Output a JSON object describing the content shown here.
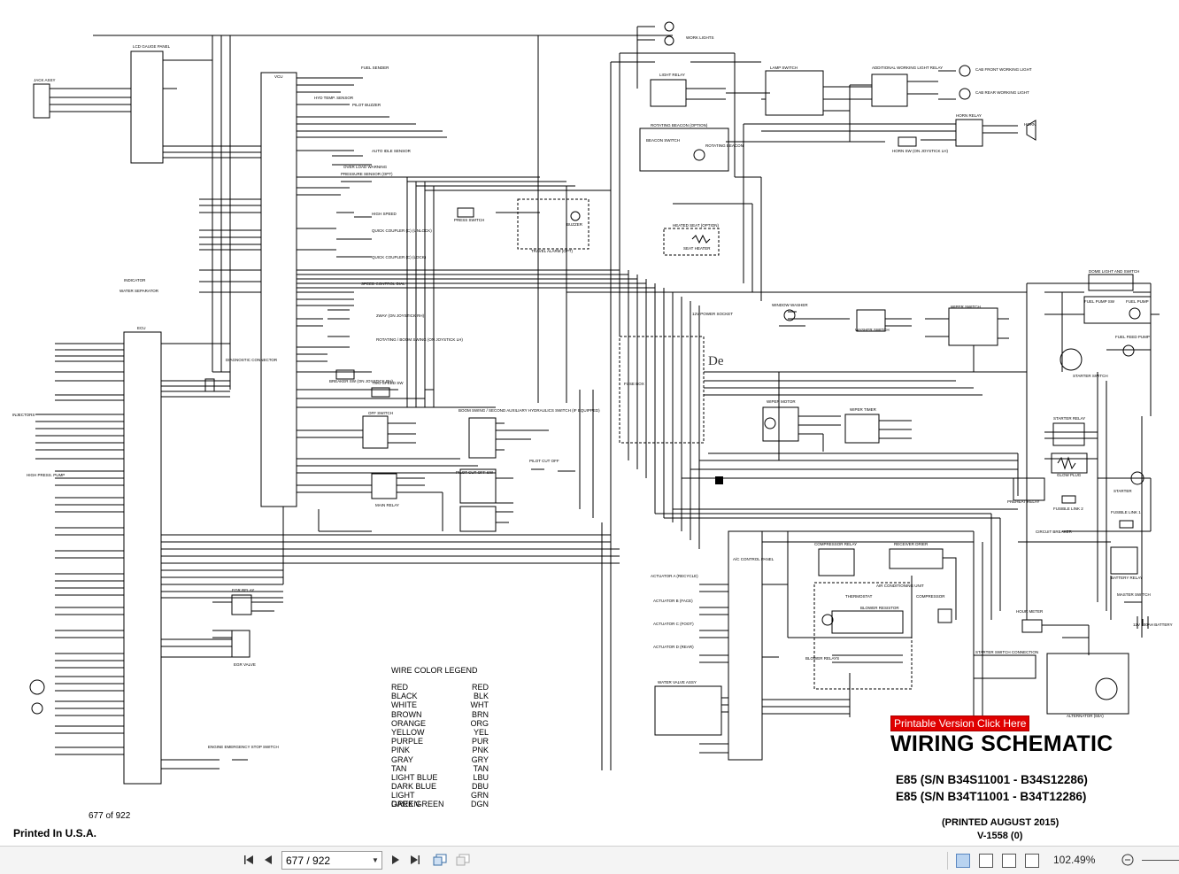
{
  "document": {
    "title": "WIRING SCHEMATIC",
    "models": [
      "E85 (S/N B34S11001 - B34S12286)",
      "E85 (S/N B34T11001 - B34T12286)"
    ],
    "printed_date": "(PRINTED AUGUST 2015)",
    "version": "V-1558 (0)",
    "printed_in": "Printed In U.S.A.",
    "page_counter": "677 of 922",
    "printable_link": "Printable Version Click Here",
    "stray_text": "De",
    "legend": {
      "title": "WIRE COLOR LEGEND",
      "rows": [
        {
          "color": "RED",
          "code": "RED"
        },
        {
          "color": "BLACK",
          "code": "BLK"
        },
        {
          "color": "WHITE",
          "code": "WHT"
        },
        {
          "color": "BROWN",
          "code": "BRN"
        },
        {
          "color": "ORANGE",
          "code": "ORG"
        },
        {
          "color": "YELLOW",
          "code": "YEL"
        },
        {
          "color": "PURPLE",
          "code": "PUR"
        },
        {
          "color": "PINK",
          "code": "PNK"
        },
        {
          "color": "GRAY",
          "code": "GRY"
        },
        {
          "color": "TAN",
          "code": "TAN"
        },
        {
          "color": "LIGHT BLUE",
          "code": "LBU"
        },
        {
          "color": "DARK BLUE",
          "code": "DBU"
        },
        {
          "color": "LIGHT GREEN",
          "code": "GRN"
        },
        {
          "color": "DARK GREEN",
          "code": "DGN"
        }
      ]
    },
    "labels": {
      "lcd": "LCD GAUGE PANEL",
      "vcu": "VCU",
      "ecu": "ECU",
      "jack": "JACK ASSY",
      "fuel_sender": "FUEL SENDER",
      "hyd_temp": "HYD TEMP. SENSOR",
      "pilot_buzzer": "PILOT BUZZER",
      "auto_idle": "AUTO IDLE SENSOR",
      "overload": "OVER LOAD WARNING",
      "pressure_sensor": "PRESSURE SENSOR (OPT)",
      "high_speed": "HIGH SPEED",
      "qc_unlock": "QUICK COUPLER (C) (UNLOCK)",
      "qc_lock": "QUICK COUPLER (C) (LOCK)",
      "press_switch": "PRESS SWITCH",
      "travel_alarm": "TRAVEL ALARM (OPT)",
      "buzzer": "BUZZER",
      "speed_dial": "SPEED CONTROL DIAL",
      "twoway": "2WAY (ON JOYSTICK RH)",
      "rotating_boom": "ROTATING / BOOM SWING (ON JOYSTICK LH)",
      "breaker": "BREAKER SW (ON JOYSTICK RH)",
      "twospeed": "TWO SPEED SW",
      "diag": "DIAGNOSTIC CONNECTOR",
      "fuse_box": "FUSE BOX",
      "power_socket": "12V POWER SOCKET",
      "work_lights": "WORK LIGHTS",
      "light_relay": "LIGHT RELAY",
      "lamp_switch": "LAMP SWITCH",
      "add_work_light": "ADDITIONAL WORKING LIGHT RELAY",
      "cab_front": "CAB FRONT WORKING LIGHT",
      "cab_rear": "CAB REAR WORKING LIGHT",
      "horn_relay": "HORN RELAY",
      "horn": "HORN",
      "horn_sw": "HORN SW (ON JOYSTICK LH)",
      "rot_beacon": "ROTATING BEACON (OPTION)",
      "beacon_switch": "BEACON SWITCH",
      "rotating_beacon": "ROTATING BEACON",
      "heated_seat": "HEATED SEAT (OPTION)",
      "seat_heater": "SEAT HEATER",
      "dome_light": "DOME LIGHT AND SWITCH",
      "fuel_pump_sw": "FUEL PUMP SW",
      "fuel_pump": "FUEL PUMP",
      "fuel_feed": "FUEL FEED PUMP",
      "window_washer": "WINDOW WASHER",
      "washer_switch": "WASHER SWITCH",
      "wiper_switch": "WIPER SWITCH",
      "wiper_motor": "WIPER MOTOR",
      "wiper_timer": "WIPER TIMER",
      "starter_switch": "STARTER SWITCH",
      "starter_relay": "STARTER RELAY",
      "glow_plug": "GLOW PLUG",
      "starter": "STARTER",
      "preheat_relay": "PREHEAT RELAY",
      "fusible_2": "FUSIBLE LINK 2",
      "fusible_1": "FUSIBLE LINK 1",
      "circuit_breaker": "CIRCUIT BREAKER",
      "battery_relay": "BATTERY RELAY",
      "master_switch": "MASTER SWITCH",
      "battery": "12V 100AH BATTERY",
      "hour_meter": "HOUR METER",
      "alternator": "ALTERNATOR (60A)",
      "starter_conn": "STARTER SWITCH CONNECTION",
      "compressor_relay": "COMPRESSOR RELAY",
      "receiver_dryer": "RECEIVER DRIER",
      "ac_unit": "AIR CONDITIONING UNIT",
      "compressor": "COMPRESSOR",
      "thermostat": "THERMOSTAT",
      "blower_resistor": "BLOWER RESISTOR",
      "blower_relays": "BLOWER RELAYS",
      "ac_panel": "A/C CONTROL PANEL",
      "actuator_a": "ACTUATOR A (RECYCLE)",
      "actuator_b": "ACTUATOR B (FACE)",
      "actuator_c": "ACTUATOR C (FOOT)",
      "actuator_d": "ACTUATOR D (REAR)",
      "water_valve": "WATER VALVE ASSY",
      "off_switch": "OFF SWITCH",
      "boom_swing": "BOOM SWING / SECOND AUXILIARY HYDRAULICS SWITCH (IF EQUIPPED)",
      "pilot_cutoff_sw": "PILOT CUT OFF SW",
      "pilot_cutoff": "PILOT CUT OFF",
      "main_relay": "MAIN RELAY",
      "egr_relay": "EGR RELAY",
      "egr_valve": "EGR VALVE",
      "estop": "ENGINE EMERGENCY STOP SWITCH",
      "injectors": "INJECTORS",
      "high_press_pump": "HIGH PRESS. PUMP",
      "water_sep": "WATER SEPARATOR",
      "indicator": "INDICATOR"
    }
  },
  "toolbar": {
    "page_value": "677 / 922",
    "zoom": "102.49%",
    "icons": [
      "first-page-icon",
      "prev-page-icon",
      "next-page-icon",
      "last-page-icon",
      "fit-page-icon",
      "fit-width-icon",
      "single-page-icon",
      "two-page-icon",
      "scroll-icon",
      "facing-icon",
      "zoom-out-icon"
    ]
  }
}
